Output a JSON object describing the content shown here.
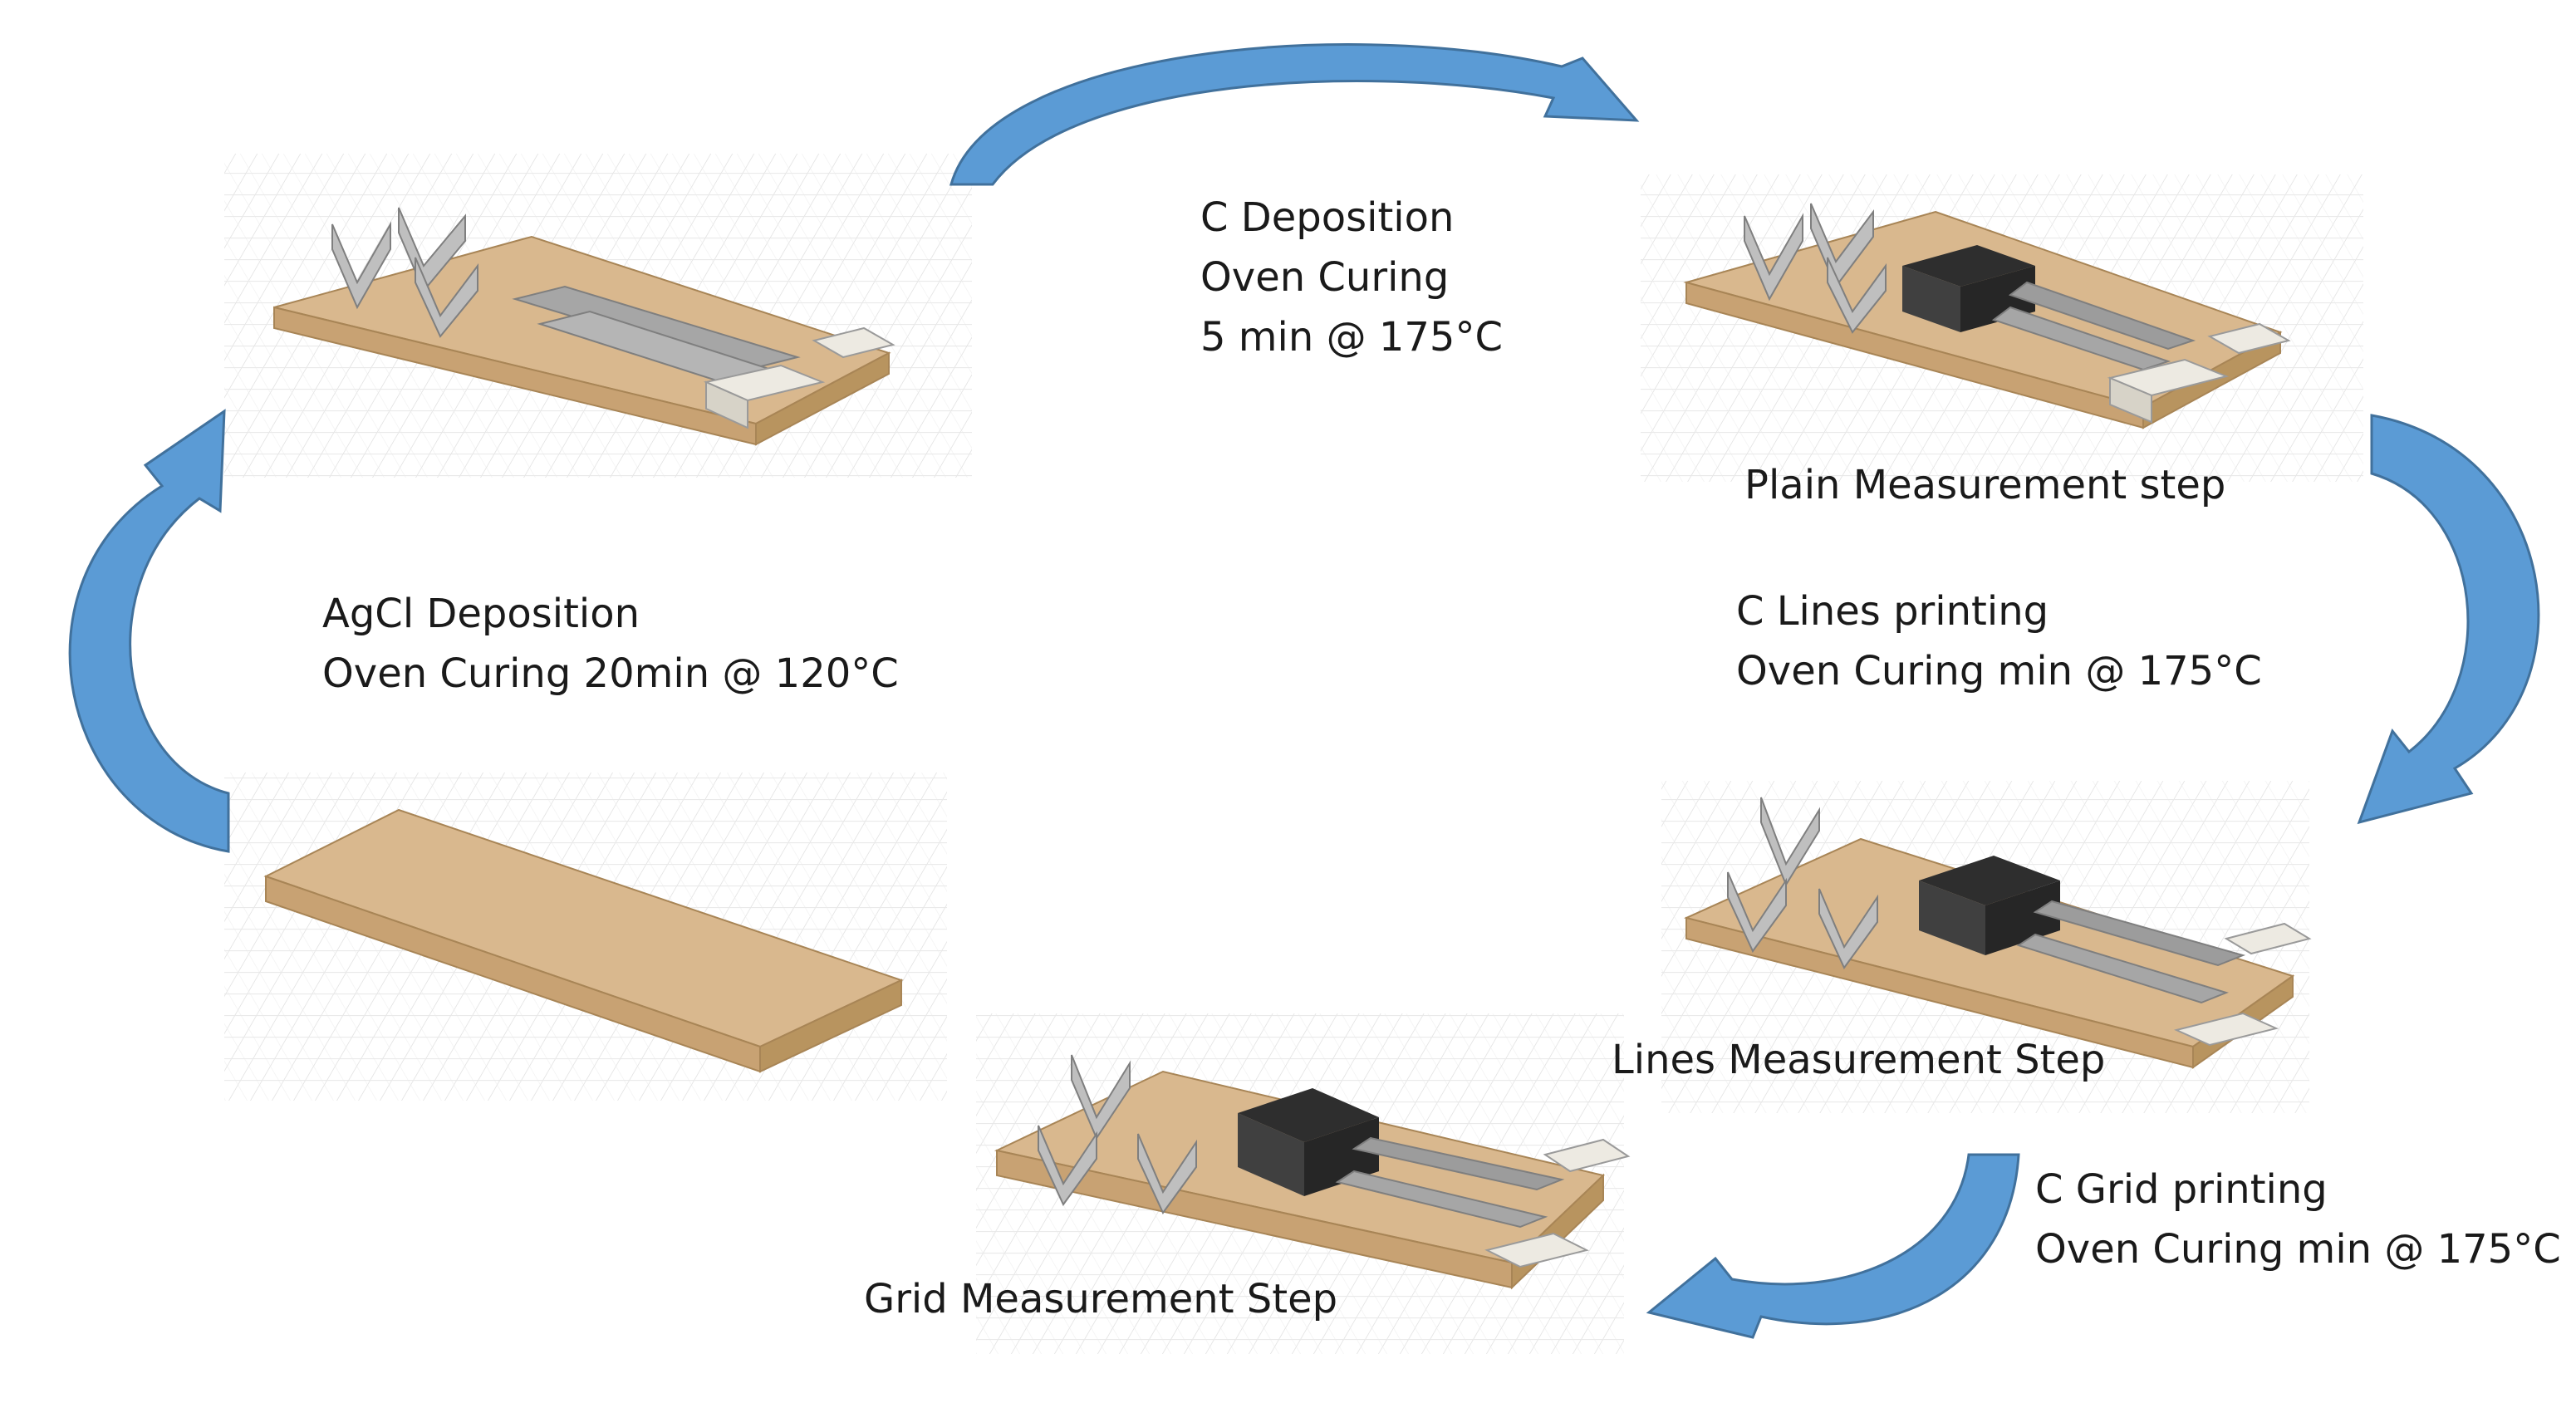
{
  "colors": {
    "arrow": "#5B9BD5",
    "arrow_edge": "#41719C",
    "base": "#D9B88E",
    "base_side": "#C8A273",
    "base_edge": "#A88556",
    "grey_part": "#A6A6A6",
    "dark_part": "#3A3A3A",
    "pad": "#E3E0D6",
    "grid": "#E4E4E4",
    "text": "#1a1a1a"
  },
  "steps": {
    "agcl": {
      "line1": "AgCl Deposition",
      "line2": "Oven Curing 20min @ 120°C"
    },
    "c_deposition": {
      "line1": "C Deposition",
      "line2": "Oven Curing",
      "line3": "5 min @ 175°C"
    },
    "c_lines": {
      "line1": "C Lines printing",
      "line2": "Oven Curing min @ 175°C"
    },
    "c_grid": {
      "line1": "C Grid printing",
      "line2": "Oven Curing min @ 175°C"
    }
  },
  "captions": {
    "plain": "Plain Measurement step",
    "lines": "Lines Measurement Step",
    "grid": "Grid Measurement Step"
  },
  "icons": {
    "arrow": "curved-arrow-icon",
    "model": "sensor-model-icon"
  }
}
